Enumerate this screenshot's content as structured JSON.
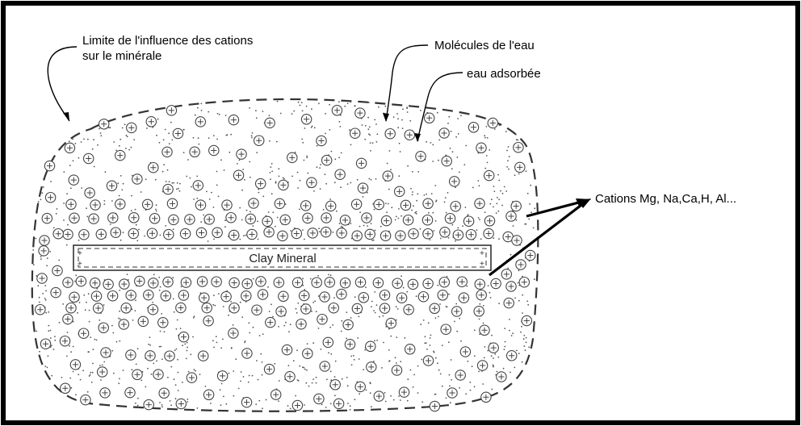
{
  "labels": {
    "limit_line1": "Limite de l'influence des cations",
    "limit_line2": "sur le minérale",
    "water_molecules": "Molécules de l'eau",
    "adsorbed_water": "eau adsorbée",
    "cations": "Cations Mg, Na,Ca,H, Al...",
    "clay_mineral": "Clay Mineral"
  },
  "colors": {
    "ink": "#000000",
    "cation_stroke": "#444444",
    "dot": "#555555",
    "mineral_stroke": "#333333",
    "background": "#ffffff"
  },
  "symbols": {
    "cation": "circled-plus-icon",
    "water_molecule": "dot",
    "mineral_edge_mark": "plus"
  }
}
